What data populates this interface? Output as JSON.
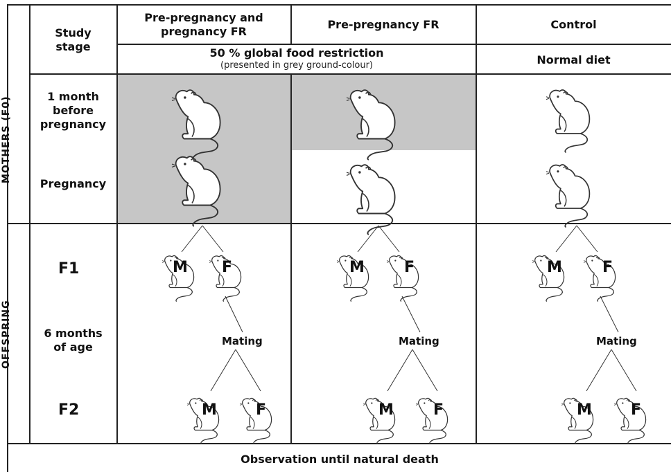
{
  "table": {
    "header": {
      "study_stage": "Study\nstage",
      "group1": "Pre-pregnancy and\npregnancy FR",
      "group2": "Pre-pregnancy FR",
      "group3": "Control",
      "restriction_title": "50 % global food restriction",
      "restriction_note": "(presented in grey ground-colour)",
      "normal_diet": "Normal diet"
    },
    "sections": {
      "mothers": "MOTHERS (F0)",
      "offspring": "OFFSPRING"
    },
    "rows": {
      "pre_pregnancy": "1 month\nbefore\npregnancy",
      "pregnancy": "Pregnancy",
      "f1": "F1",
      "six_months": "6 months\nof age",
      "f2": "F2"
    },
    "labels": {
      "male": "M",
      "female": "F",
      "mating": "Mating"
    },
    "footer": "Observation until natural death"
  },
  "colors": {
    "restriction_grey": "#c6c6c6",
    "grid_line": "#222222"
  },
  "icons": [
    "rat-icon"
  ]
}
